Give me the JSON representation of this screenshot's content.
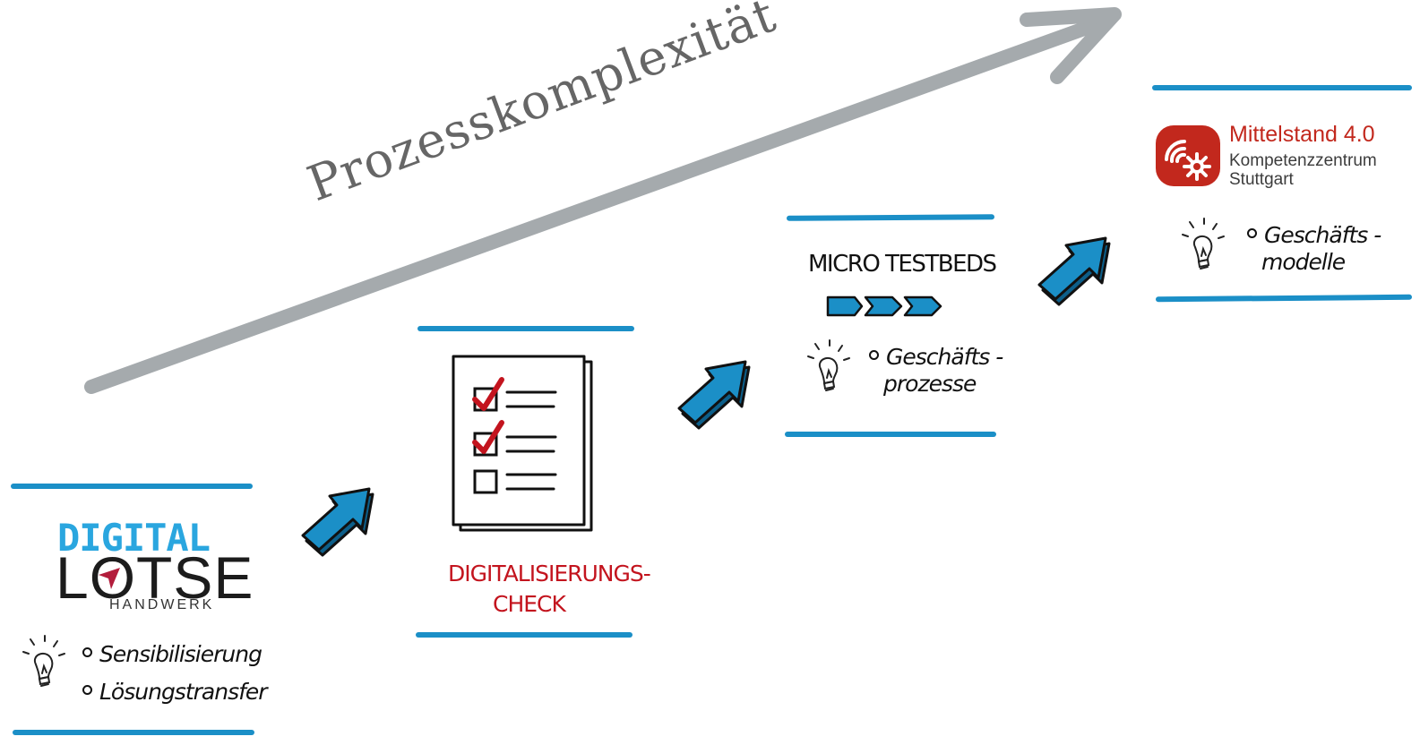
{
  "colors": {
    "accent_blue": "#1b8fc7",
    "axis_grey": "#a5aaad",
    "check_red": "#c3141e",
    "m40_red": "#c2281d",
    "digital_blue": "#2aa6df"
  },
  "axis": {
    "label": "Prozesskomplexität"
  },
  "digital_lotse": {
    "logo_digital": "DIGITAL",
    "logo_lotse": "LOTSE",
    "logo_handwerk": "HANDWERK",
    "icon": "lightbulb-icon",
    "bullets": [
      "Sensibilisierung",
      "Lösungstransfer"
    ]
  },
  "check": {
    "icon": "checklist-icon",
    "title_line1": "DIGITALISIERUNGS-",
    "title_line2": "CHECK"
  },
  "micro_testbeds": {
    "title": "MICRO TESTBEDS",
    "icon": "lightbulb-icon",
    "bullet_line1": "Geschäfts -",
    "bullet_line2": "prozesse"
  },
  "mittelstand": {
    "title": "Mittelstand 4.0",
    "subtitle_line1": "Kompetenzzentrum",
    "subtitle_line2": "Stuttgart",
    "icon": "lightbulb-icon",
    "bullet_line1": "Geschäfts -",
    "bullet_line2": "modelle"
  }
}
